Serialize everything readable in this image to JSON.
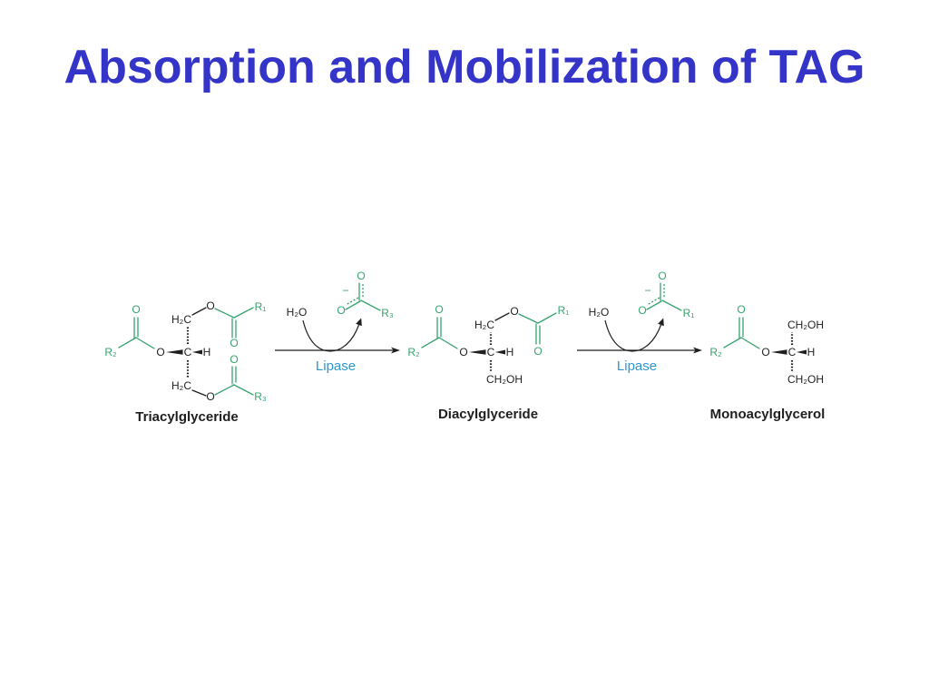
{
  "slide": {
    "title": "Absorption and Mobilization of TAG"
  },
  "colors": {
    "title": "#3434c8",
    "acyl": "#37a36f",
    "enzyme": "#2c97d3",
    "ink": "#1f1f1f"
  },
  "reaction": {
    "triacylglyceride": {
      "name": "Triacylglyceride",
      "atoms": {
        "r2": "R₂",
        "r2_carbonyl_o": "O",
        "r2_ester_o": "O",
        "central_c": "C",
        "central_h": "H",
        "top_ch2": "H₂C",
        "r1_ester_o": "O",
        "r1_carbonyl_o": "O",
        "r1": "R₁",
        "bottom_ch2": "H₂C",
        "r3_ester_o": "O",
        "r3_carbonyl_o": "O",
        "r3": "R₃"
      }
    },
    "step_1": {
      "reactant": "H₂O",
      "enzyme": "Lipase",
      "fatty_acid": {
        "carbonyl_o": "O",
        "charge": "−",
        "anionic_o": "O",
        "r": "R₃"
      }
    },
    "diacylglyceride": {
      "name": "Diacylglyceride",
      "atoms": {
        "r2": "R₂",
        "r2_carbonyl_o": "O",
        "r2_ester_o": "O",
        "central_c": "C",
        "central_h": "H",
        "top_ch2": "H₂C",
        "r1_ester_o": "O",
        "r1_carbonyl_o": "O",
        "r1": "R₁",
        "bottom_ch2oh": "CH₂OH"
      }
    },
    "step_2": {
      "reactant": "H₂O",
      "enzyme": "Lipase",
      "fatty_acid": {
        "carbonyl_o": "O",
        "charge": "−",
        "anionic_o": "O",
        "r": "R₁"
      }
    },
    "monoacylglycerol": {
      "name": "Monoacylglycerol",
      "atoms": {
        "r2": "R₂",
        "r2_carbonyl_o": "O",
        "r2_ester_o": "O",
        "central_c": "C",
        "central_h": "H",
        "top_ch2oh": "CH₂OH",
        "bottom_ch2oh": "CH₂OH"
      }
    }
  }
}
